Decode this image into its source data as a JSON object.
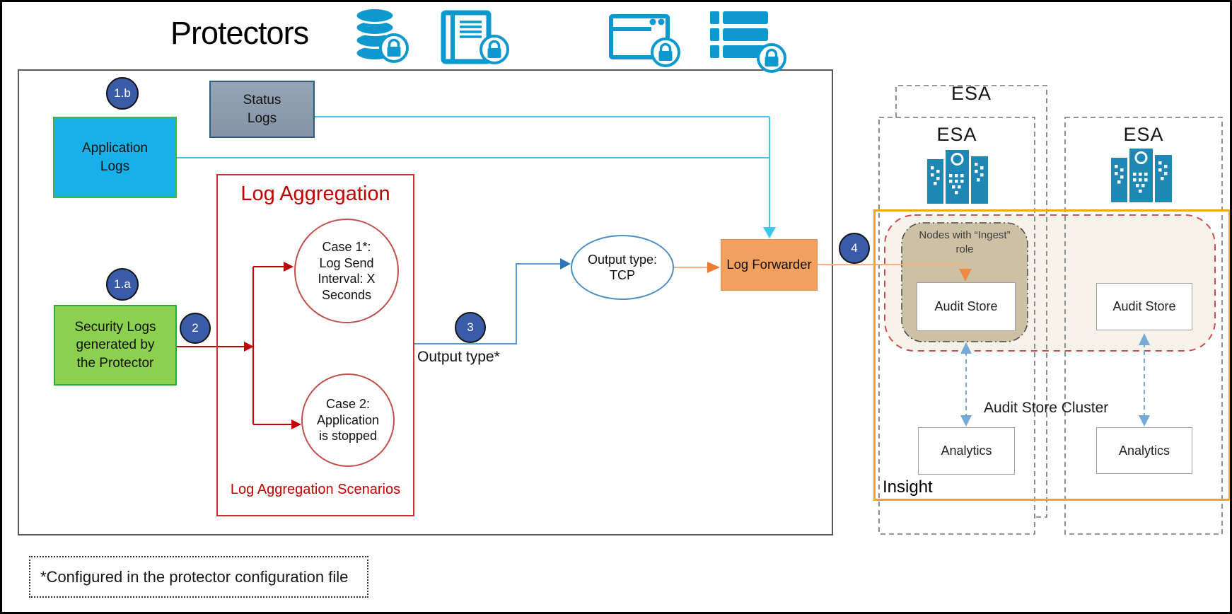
{
  "title": "Protectors",
  "protectors_box": {
    "badge_1b": "1.b",
    "badge_1a": "1.a",
    "badge_2": "2",
    "badge_3": "3",
    "badge_4": "4",
    "application_logs": "Application Logs",
    "status_logs": "Status Logs",
    "security_logs": "Security Logs generated by the Protector",
    "log_aggregation": {
      "title": "Log Aggregation",
      "case_1": "Case 1*: Log Send Interval: X Seconds",
      "case_2": "Case 2: Application is stopped",
      "footer": "Log Aggregation Scenarios"
    },
    "output_type_note": "Output type*",
    "output_type_ellipse": "Output type: TCP",
    "log_forwarder": "Log Forwarder"
  },
  "esa": {
    "label": "ESA"
  },
  "insight": {
    "label": "Insight",
    "ingest_nodes": "Nodes with “Ingest” role",
    "audit_store": "Audit Store",
    "analytics": "Analytics",
    "cluster_label": "Audit Store Cluster"
  },
  "footnote": "*Configured in the protector configuration file",
  "icons": {
    "title_icons": [
      "database-lock-icon",
      "document-lock-icon",
      "window-lock-icon",
      "server-lock-icon"
    ],
    "esa_icon": "buildings-icon"
  },
  "colors": {
    "application_logs_fill": "#18B0E8",
    "status_logs_fill": "#8E9EAF",
    "security_logs_fill": "#8CD050",
    "log_forwarder_fill": "#F2A05F",
    "badge_fill": "#3A5CA8",
    "insight_border": "#F0A41F",
    "aggregation_red": "#C00000",
    "cyan_line": "#3BC6F2",
    "blue_line": "#5B9BD5",
    "dashed_arrow_blue": "#74A9D8",
    "title_icon_blue": "#0D99CE",
    "esa_building_teal": "#1E87B4",
    "ingest_region_fill": "#CDC1A5",
    "cluster_region_fill": "#F7F3EA"
  }
}
